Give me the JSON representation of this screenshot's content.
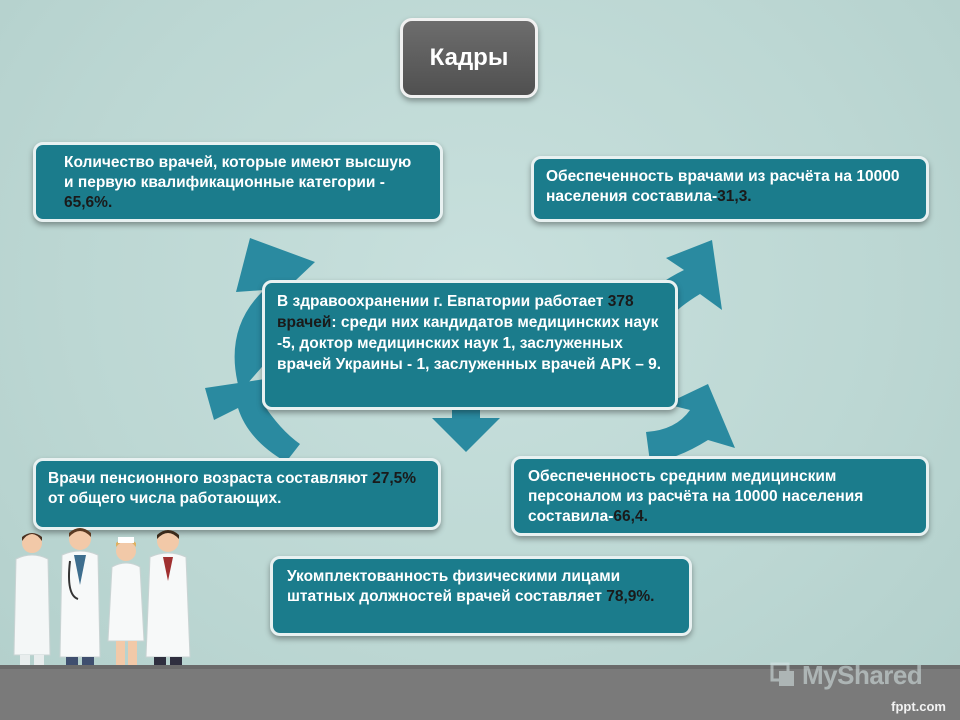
{
  "title": "Кадры",
  "boxes": {
    "center": {
      "part1": "В здравоохранении г. Евпатории работает ",
      "highlight": "378 врачей",
      "part2": ": среди них кандидатов медицинских наук -5, доктор медицинских наук 1, заслуженных врачей Украины - 1, заслуженных врачей АРК – 9."
    },
    "qualification": {
      "text": "Количество врачей, которые имеют высшую и первую квалификационные категории - ",
      "highlight": "65,6%."
    },
    "doctor_supply": {
      "text": "Обеспеченность врачами  из расчёта на 10000 населения составила-",
      "highlight": "31,3."
    },
    "pension": {
      "text_pre": "Врачи пенсионного возраста составляют ",
      "highlight": "27,5%",
      "text_post": "  от общего числа работающих."
    },
    "nurse_supply": {
      "text": "Обеспеченность средним   медицинским персоналом из расчёта  на 10000 населения составила-",
      "highlight": "66,4."
    },
    "staffing": {
      "text": "Укомплектованность физическими лицами штатных должностей врачей составляет ",
      "highlight": "78,9%."
    }
  },
  "watermark": "MyShared",
  "footer": "fppt.com",
  "colors": {
    "box_fill": "#1b7c8c",
    "arrow_fill": "#2a8aa0",
    "title_fill": "#5e5e5e",
    "background": "#bfd9d6",
    "highlight_text": "#1a1a1a"
  }
}
